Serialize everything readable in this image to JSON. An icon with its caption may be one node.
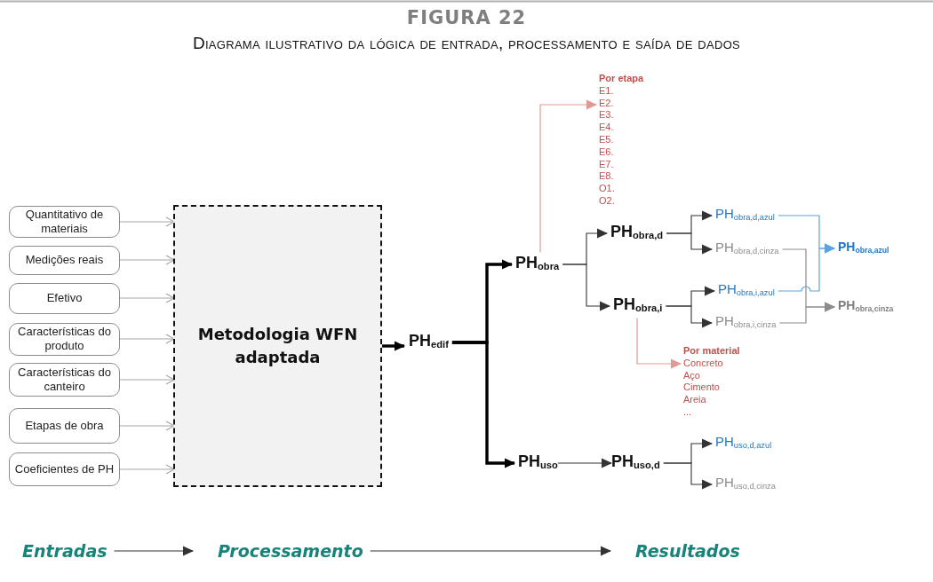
{
  "diagram": {
    "title": "FIGURA 22",
    "caption": "Diagrama ilustrativo da lógica de entrada, processamento e saída de dados",
    "nodes": [
      {
        "text": [
          "Quantitativo de materiais"
        ]
      },
      {
        "text": [
          "Medições reais"
        ]
      },
      {
        "text": [
          "Efetivo"
        ]
      },
      {
        "text": [
          "Características do produto"
        ]
      },
      {
        "text": [
          "Características do canteiro"
        ]
      },
      {
        "text": [
          "Etapas de obra"
        ]
      },
      {
        "text": [
          "Coeficientes de PH"
        ]
      },
      {
        "text": [
          "Metodologia WFN adaptada"
        ]
      },
      {
        "text": [
          "PH$_{edif}$"
        ]
      },
      {
        "text": [
          "PH$_{obra}$"
        ]
      },
      {
        "text": [
          "PH$_{uso}$"
        ]
      },
      {
        "text": [
          "Por etapa",
          "E1.",
          "E2.",
          "E3.",
          "E4.",
          "E5.",
          "E6.",
          "E7.",
          "E8.",
          "O1.",
          "O2."
        ]
      },
      {
        "text": [
          "PH$_{obra,d}$"
        ]
      },
      {
        "text": [
          "PH$_{obra,i}$"
        ]
      },
      {
        "text": [
          "Por material",
          "Concreto",
          "Aço",
          "Cimento",
          "Areia",
          "..."
        ]
      },
      {
        "text": [
          "PH$_{obra,d,azul}$"
        ]
      },
      {
        "text": [
          "PH$_{obra,d,cinza}$"
        ]
      },
      {
        "text": [
          "PH$_{obra,i,azul}$"
        ]
      },
      {
        "text": [
          "PH$_{obra,i,cinza}$"
        ]
      },
      {
        "text": [
          "PH$_{obra,azul}$"
        ]
      },
      {
        "text": [
          "PH$_{obra,cinza}$"
        ]
      },
      {
        "text": [
          "PH$_{uso,d}$"
        ]
      },
      {
        "text": [
          "PH$_{uso,d,azul}$"
        ]
      },
      {
        "text": [
          "PH$_{uso,d,cinza}$"
        ]
      },
      {
        "text": [
          "Entradas"
        ]
      },
      {
        "text": [
          "Processamento"
        ]
      },
      {
        "text": [
          "Resultados"
        ]
      }
    ],
    "edges": [
      {
        "from": 0,
        "to": 7,
        "arrow": "to",
        "color": "#a6a6a6"
      },
      {
        "from": 1,
        "to": 7,
        "arrow": "to",
        "color": "#a6a6a6"
      },
      {
        "from": 2,
        "to": 7,
        "arrow": "to",
        "color": "#a6a6a6"
      },
      {
        "from": 3,
        "to": 7,
        "arrow": "to",
        "color": "#a6a6a6"
      },
      {
        "from": 4,
        "to": 7,
        "arrow": "to",
        "color": "#a6a6a6"
      },
      {
        "from": 5,
        "to": 7,
        "arrow": "to",
        "color": "#a6a6a6"
      },
      {
        "from": 6,
        "to": 7,
        "arrow": "to",
        "color": "#a6a6a6"
      },
      {
        "from": 7,
        "to": 8,
        "arrow": "to",
        "style": "thick"
      },
      {
        "from": 8,
        "to": 9,
        "arrow": "to",
        "style": "thick"
      },
      {
        "from": 8,
        "to": 10,
        "arrow": "to",
        "style": "thick"
      },
      {
        "from": 9,
        "to": 11,
        "arrow": "to",
        "color": "#e09a96"
      },
      {
        "from": 9,
        "to": 12,
        "arrow": "to"
      },
      {
        "from": 9,
        "to": 13,
        "arrow": "to"
      },
      {
        "from": 13,
        "to": 14,
        "arrow": "to",
        "color": "#e09a96"
      },
      {
        "from": 12,
        "to": 15,
        "arrow": "to"
      },
      {
        "from": 12,
        "to": 16,
        "arrow": "to"
      },
      {
        "from": 13,
        "to": 17,
        "arrow": "to"
      },
      {
        "from": 13,
        "to": 18,
        "arrow": "to"
      },
      {
        "from": 15,
        "to": 19,
        "arrow": "to",
        "color": "#5ba3e0"
      },
      {
        "from": 17,
        "to": 19,
        "arrow": "to",
        "color": "#5ba3e0"
      },
      {
        "from": 16,
        "to": 20,
        "arrow": "to",
        "color": "#8c8c8c"
      },
      {
        "from": 18,
        "to": 20,
        "arrow": "to",
        "color": "#8c8c8c"
      },
      {
        "from": 10,
        "to": 21,
        "arrow": "to"
      },
      {
        "from": 21,
        "to": 22,
        "arrow": "to"
      },
      {
        "from": 21,
        "to": 23,
        "arrow": "to"
      },
      {
        "from": 24,
        "to": 25,
        "arrow": "to"
      },
      {
        "from": 25,
        "to": 26,
        "arrow": "to"
      }
    ]
  }
}
